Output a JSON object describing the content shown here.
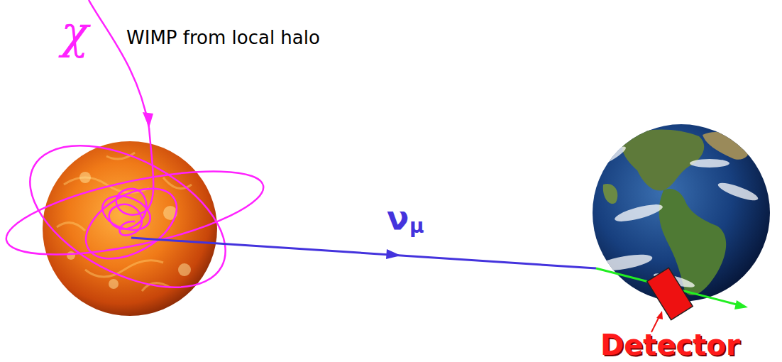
{
  "diagram": {
    "labels": [
      "χ",
      "WIMP from local halo",
      "ν",
      "μ",
      "Detector"
    ]
  }
}
